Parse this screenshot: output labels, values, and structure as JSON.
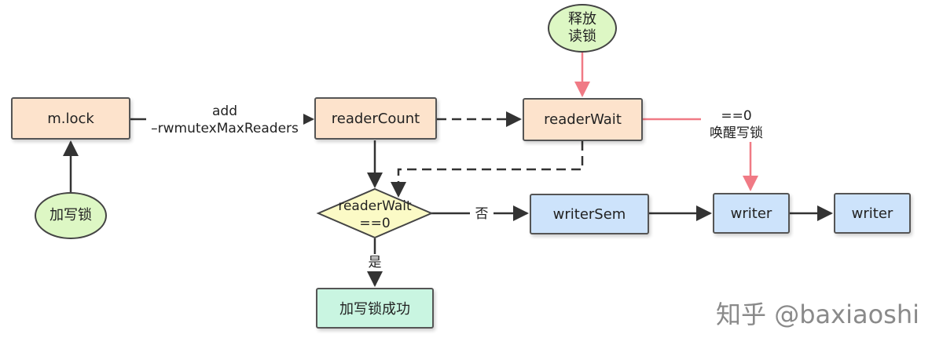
{
  "nodes": {
    "release_read_lock": [
      "释放",
      "读锁"
    ],
    "m_lock": "m.lock",
    "add_write_lock": "加写锁",
    "reader_count": "readerCount",
    "reader_wait": "readerWait",
    "decision": [
      "readerWait",
      "==0"
    ],
    "writer_sem": "writerSem",
    "writer_1": "writer",
    "writer_2": "writer",
    "success": "加写锁成功"
  },
  "edge_labels": {
    "add": [
      "add",
      "–rwmutexMaxReaders"
    ],
    "wake": [
      "==0",
      "唤醒写锁"
    ],
    "no": "否",
    "yes": "是"
  },
  "watermark": "知乎 @baxiaoshi",
  "colors": {
    "orange_fill": "#fde3cc",
    "blue_fill": "#cde3fb",
    "mint_fill": "#c9f5e1",
    "green_oval": "#ddf7c4",
    "diamond_fill": "#fbfac6",
    "pink_arrow": "#f07a85",
    "dark_arrow": "#333333"
  }
}
